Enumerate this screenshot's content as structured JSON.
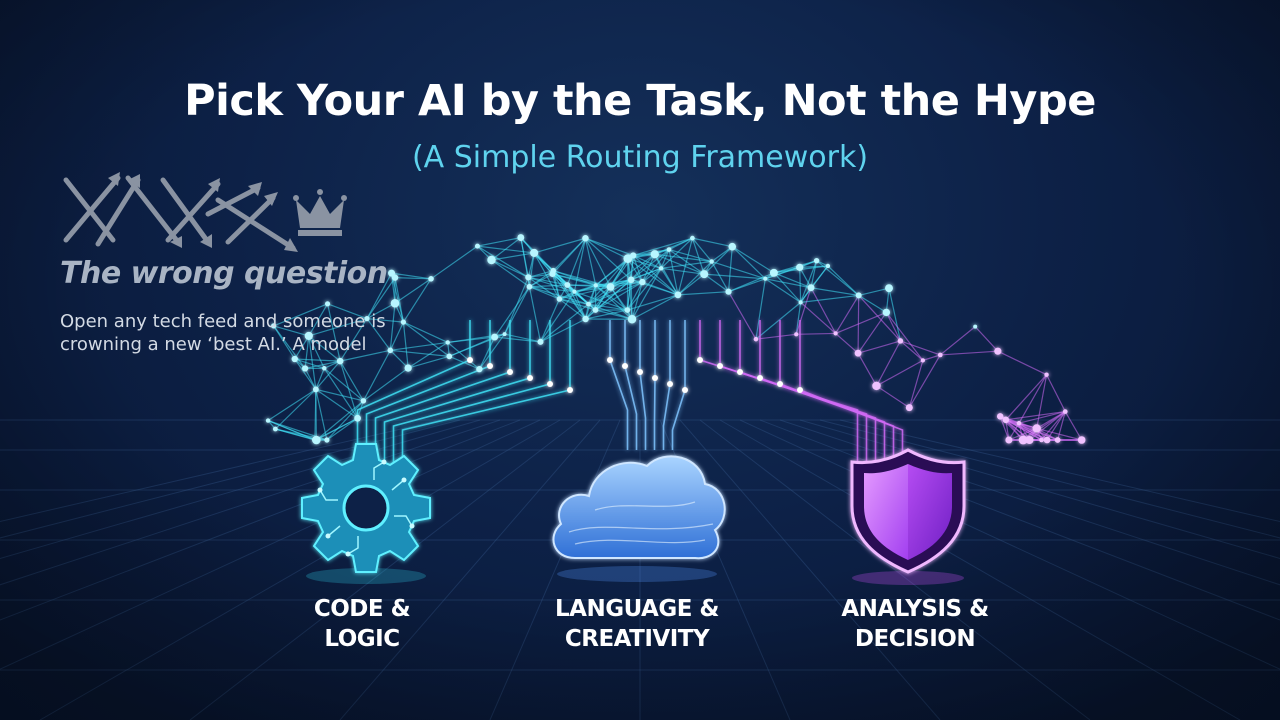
{
  "header": {
    "title": "Pick Your AI by the Task, Not the Hype",
    "subtitle": "(A Simple Routing Framework)"
  },
  "wrong_question": {
    "icon": "crossed-arrows-crown-icon",
    "title": "The wrong question",
    "body": "Open any tech feed and someone is crowning a new ‘best AI.’ A model"
  },
  "categories": [
    {
      "icon": "gear-circuit-icon",
      "line1": "CODE &",
      "line2": "LOGIC",
      "color": "#2fd6f0"
    },
    {
      "icon": "cloud-icon",
      "line1": "LANGUAGE &",
      "line2": "CREATIVITY",
      "color": "#6aa8f0"
    },
    {
      "icon": "shield-icon",
      "line1": "ANALYSIS &",
      "line2": "DECISION",
      "color": "#c04ff0"
    }
  ],
  "colors": {
    "background": "#0d2147",
    "network_cyan": "#3fe0f5",
    "network_purple": "#d06af5",
    "subtitle": "#5fd3ee"
  }
}
